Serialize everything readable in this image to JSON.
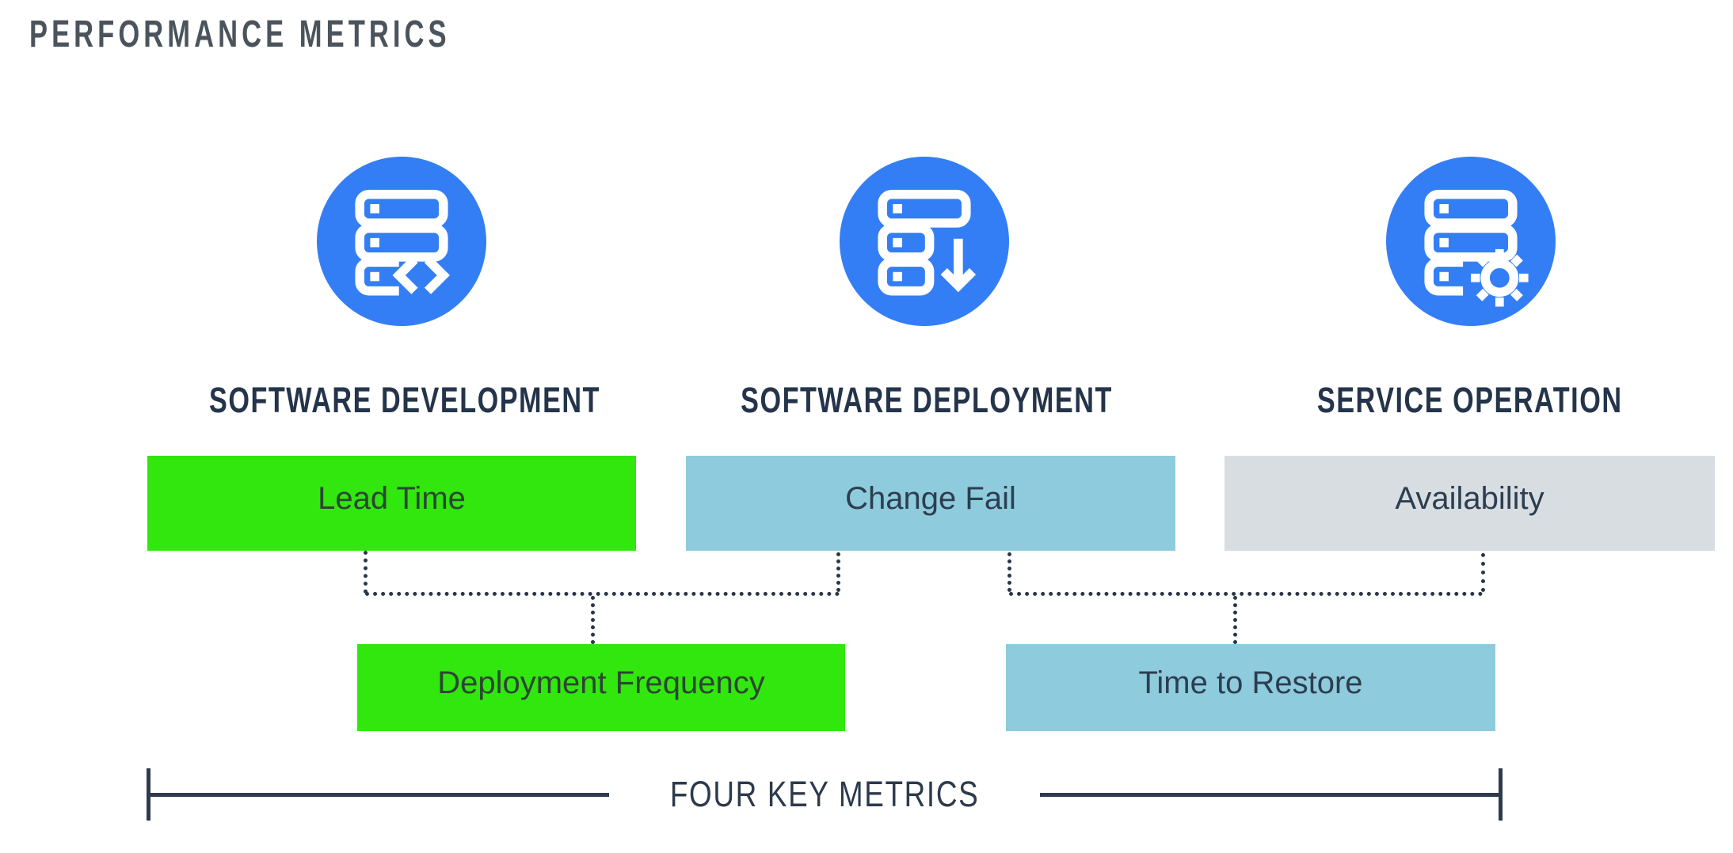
{
  "title": "PERFORMANCE METRICS",
  "columns": [
    {
      "label": "SOFTWARE DEVELOPMENT",
      "icon": "server-code-icon"
    },
    {
      "label": "SOFTWARE DEPLOYMENT",
      "icon": "server-download-icon"
    },
    {
      "label": "SERVICE OPERATION",
      "icon": "server-gear-icon"
    }
  ],
  "metrics": {
    "row1": [
      {
        "label": "Lead Time",
        "color_key": "green"
      },
      {
        "label": "Change Fail",
        "color_key": "light_blue"
      },
      {
        "label": "Availability",
        "color_key": "gray"
      }
    ],
    "row2": [
      {
        "label": "Deployment Frequency",
        "color_key": "green"
      },
      {
        "label": "Time to Restore",
        "color_key": "light_blue"
      }
    ]
  },
  "footer": {
    "label": "FOUR KEY METRICS"
  },
  "colors": {
    "icon_circle_blue": "#347ef5",
    "metric_green": "#31e70e",
    "metric_light_blue": "#8ecbdc",
    "metric_gray": "#d8dde2",
    "heading_navy": "#24344a",
    "title_gray": "#4b545c",
    "connector_navy": "#2b3648"
  }
}
